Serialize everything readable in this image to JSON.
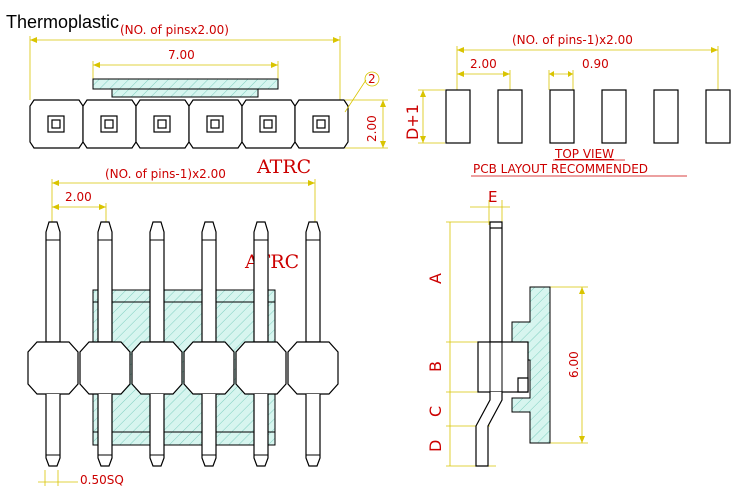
{
  "title": "Thermoplastic",
  "watermark": "ATRC",
  "front_view": {
    "overall_dim": "(NO. of pinsx2.00)",
    "inner_dim": "7.00",
    "height_dim": "2.00",
    "callout": "2"
  },
  "pcb_view": {
    "span_dim": "(NO. of pins-1)x2.00",
    "pitch_dim": "2.00",
    "pad_width_dim": "0.90",
    "pad_height_dim": "D+1",
    "caption_1": "TOP VIEW",
    "caption_2": "PCB LAYOUT RECOMMENDED"
  },
  "side_view": {
    "span_dim": "(NO. of pins-1)x2.00",
    "pitch_dim": "2.00",
    "pin_dim": "0.50SQ"
  },
  "profile_view": {
    "e_dim": "E",
    "a_dim": "A",
    "b_dim": "B",
    "c_dim": "C",
    "d_dim": "D",
    "height_dim": "6.00"
  },
  "colors": {
    "hatch_fill": "#d7f5ef",
    "dimension": "#d9c400",
    "text": "#cc0000"
  }
}
